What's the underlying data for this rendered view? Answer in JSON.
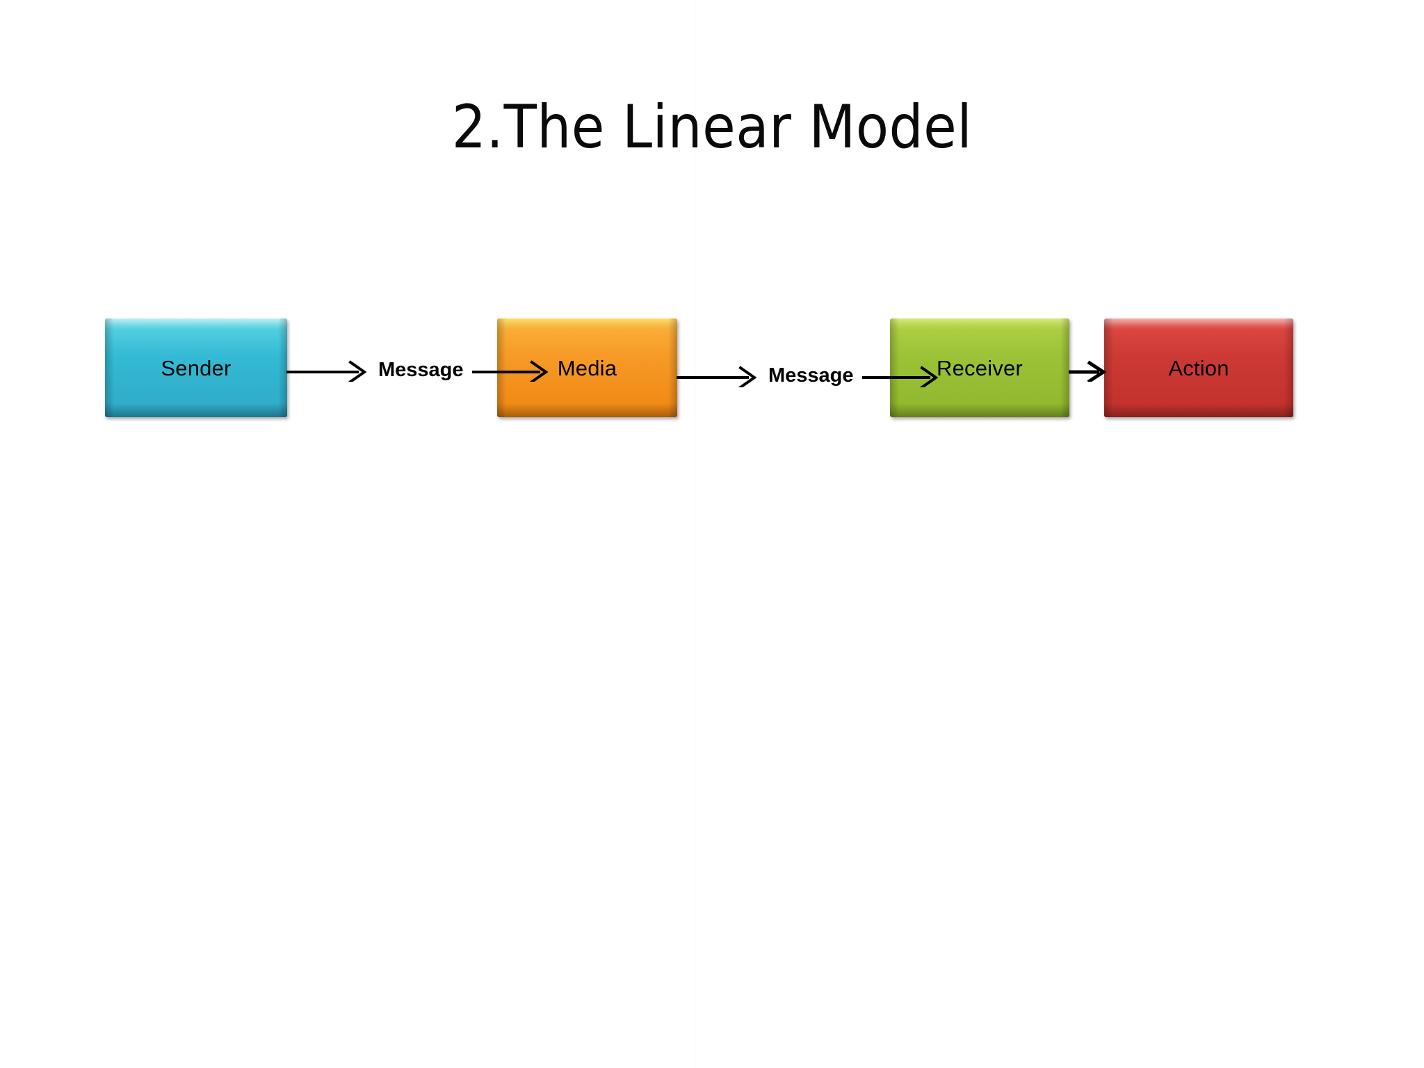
{
  "slide": {
    "title": "2.The Linear Model",
    "background_color": "#ffffff"
  },
  "diagram": {
    "type": "linear-flow",
    "nodes": [
      {
        "id": "sender",
        "label": "Sender",
        "color": "#34bad4",
        "order": 1
      },
      {
        "id": "media",
        "label": "Media",
        "color": "#f79a27",
        "order": 2
      },
      {
        "id": "receiver",
        "label": "Receiver",
        "color": "#9cc238",
        "order": 3
      },
      {
        "id": "action",
        "label": "Action",
        "color": "#cd3a35",
        "order": 4
      }
    ],
    "connectors": [
      {
        "id": "conn-1",
        "from": "sender",
        "to": "media",
        "label": "Message",
        "arrowheads": 2
      },
      {
        "id": "conn-2",
        "from": "media",
        "to": "receiver",
        "label": "Message",
        "arrowheads": 2
      },
      {
        "id": "conn-3",
        "from": "receiver",
        "to": "action",
        "label": "",
        "arrowheads": 1
      }
    ]
  }
}
